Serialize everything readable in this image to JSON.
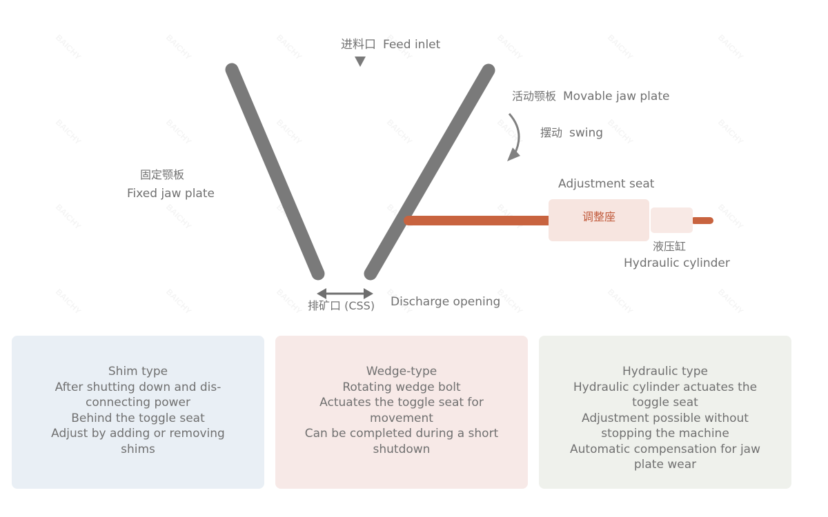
{
  "diagram": {
    "feed_inlet": {
      "cn": "进料口",
      "en": "Feed inlet"
    },
    "movable_jaw": {
      "cn": "活动颚板",
      "en": "Movable jaw plate"
    },
    "swing": {
      "cn": "摆动",
      "en": "swing"
    },
    "fixed_jaw": {
      "cn": "固定颚板",
      "en": "Fixed jaw plate"
    },
    "adjustment_seat": {
      "cn": "调整座",
      "en": "Adjustment seat"
    },
    "hydraulic_cylinder": {
      "cn": "液压缸",
      "en": "Hydraulic cylinder"
    },
    "discharge": {
      "cn": "排矿口 (CSS)",
      "en": "Discharge opening"
    },
    "colors": {
      "jaw": "#7a7a7a",
      "rod": "#c8633f",
      "seat_fill": "#f7e5e0"
    },
    "watermark_text": "BAICHY"
  },
  "cards": [
    {
      "lines": [
        "Shim type",
        "After shutting down and dis-",
        "connecting power",
        "Behind the toggle seat",
        "Adjust by adding or removing",
        "shims"
      ]
    },
    {
      "lines": [
        "Wedge-type",
        "Rotating wedge bolt",
        "Actuates the toggle seat for",
        "movement",
        "Can be completed during a short",
        "shutdown"
      ]
    },
    {
      "lines": [
        "Hydraulic type",
        "Hydraulic cylinder actuates the",
        "toggle seat",
        "Adjustment possible without",
        "stopping the machine",
        "Automatic compensation for jaw",
        "plate wear"
      ]
    }
  ]
}
